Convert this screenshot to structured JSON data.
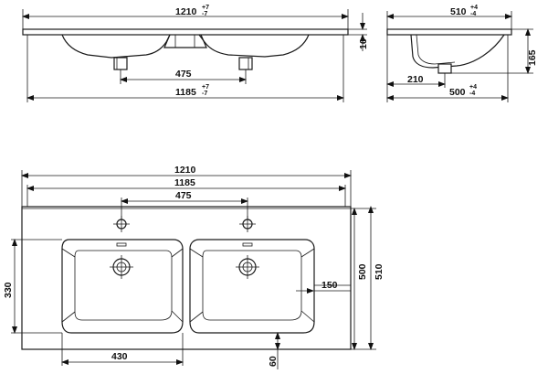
{
  "front_view": {
    "overall_width": "1210",
    "overall_width_tol_plus": "+7",
    "overall_width_tol_minus": "-7",
    "tap_spacing": "475",
    "inner_width": "1185",
    "inner_width_tol_plus": "+7",
    "inner_width_tol_minus": "-7",
    "rim_thickness": "16"
  },
  "side_view": {
    "depth": "510",
    "depth_tol_plus": "+4",
    "depth_tol_minus": "-4",
    "height": "165",
    "drain_offset": "210",
    "inner_depth": "500",
    "inner_depth_tol_plus": "+4",
    "inner_depth_tol_minus": "-4"
  },
  "top_view": {
    "overall_width": "1210",
    "inner_width": "1185",
    "tap_spacing": "475",
    "depth_inner": "500",
    "depth_outer": "510",
    "bowl_depth": "330",
    "edge_distance": "150",
    "bowl_width": "430",
    "front_offset": "60"
  }
}
